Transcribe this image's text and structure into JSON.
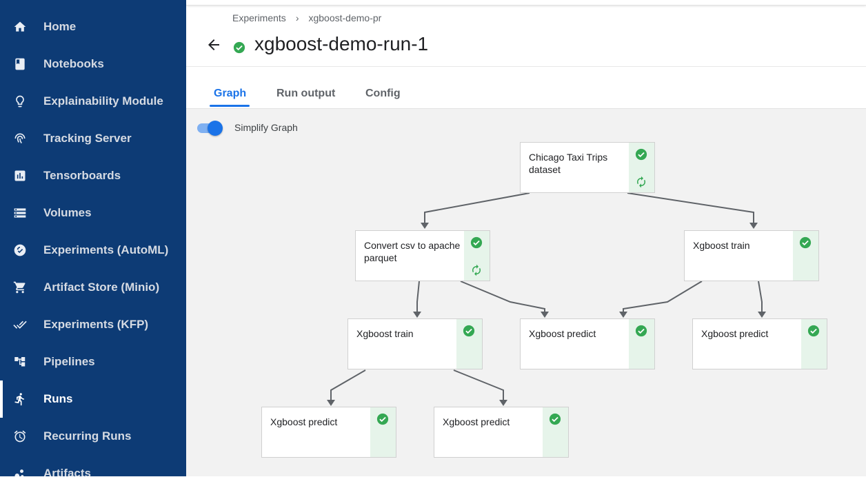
{
  "sidebar": {
    "items": [
      {
        "label": "Home",
        "icon": "home-icon"
      },
      {
        "label": "Notebooks",
        "icon": "notebook-icon"
      },
      {
        "label": "Explainability Module",
        "icon": "lightbulb-icon"
      },
      {
        "label": "Tracking Server",
        "icon": "fingerprint-icon"
      },
      {
        "label": "Tensorboards",
        "icon": "bar-chart-icon"
      },
      {
        "label": "Volumes",
        "icon": "storage-icon"
      },
      {
        "label": "Experiments (AutoML)",
        "icon": "experiments-icon"
      },
      {
        "label": "Artifact Store (Minio)",
        "icon": "cart-icon"
      },
      {
        "label": "Experiments (KFP)",
        "icon": "done-all-icon"
      },
      {
        "label": "Pipelines",
        "icon": "pipeline-icon"
      },
      {
        "label": "Runs",
        "icon": "runner-icon",
        "active": true
      },
      {
        "label": "Recurring Runs",
        "icon": "alarm-icon"
      },
      {
        "label": "Artifacts",
        "icon": "bubbles-icon"
      }
    ]
  },
  "breadcrumb": {
    "root": "Experiments",
    "separator": "›",
    "current": "xgboost-demo-pr"
  },
  "run": {
    "title": "xgboost-demo-run-1",
    "status": "succeeded"
  },
  "tabs": [
    {
      "label": "Graph",
      "active": true
    },
    {
      "label": "Run output",
      "active": false
    },
    {
      "label": "Config",
      "active": false
    }
  ],
  "graph": {
    "simplify_label": "Simplify Graph",
    "simplify_enabled": true,
    "nodes": [
      {
        "id": "n1",
        "label": "Chicago Taxi Trips dataset",
        "status": "succeeded",
        "cached": true
      },
      {
        "id": "n2",
        "label": "Convert csv to apache parquet",
        "status": "succeeded",
        "cached": true
      },
      {
        "id": "n3",
        "label": "Xgboost train",
        "status": "succeeded",
        "cached": false
      },
      {
        "id": "n4",
        "label": "Xgboost train",
        "status": "succeeded",
        "cached": false
      },
      {
        "id": "n5",
        "label": "Xgboost predict",
        "status": "succeeded",
        "cached": false
      },
      {
        "id": "n6",
        "label": "Xgboost predict",
        "status": "succeeded",
        "cached": false
      },
      {
        "id": "n7",
        "label": "Xgboost predict",
        "status": "succeeded",
        "cached": false
      },
      {
        "id": "n8",
        "label": "Xgboost predict",
        "status": "succeeded",
        "cached": false
      }
    ],
    "edges": [
      [
        "n1",
        "n2"
      ],
      [
        "n1",
        "n3"
      ],
      [
        "n2",
        "n4"
      ],
      [
        "n2",
        "n5"
      ],
      [
        "n3",
        "n5"
      ],
      [
        "n3",
        "n6"
      ],
      [
        "n4",
        "n7"
      ],
      [
        "n4",
        "n8"
      ]
    ]
  },
  "colors": {
    "sidebar_bg": "#0d3b75",
    "accent": "#1a73e8",
    "success": "#34a853",
    "status_cell": "#e6f4ea",
    "graph_bg": "#f2f2f2"
  }
}
